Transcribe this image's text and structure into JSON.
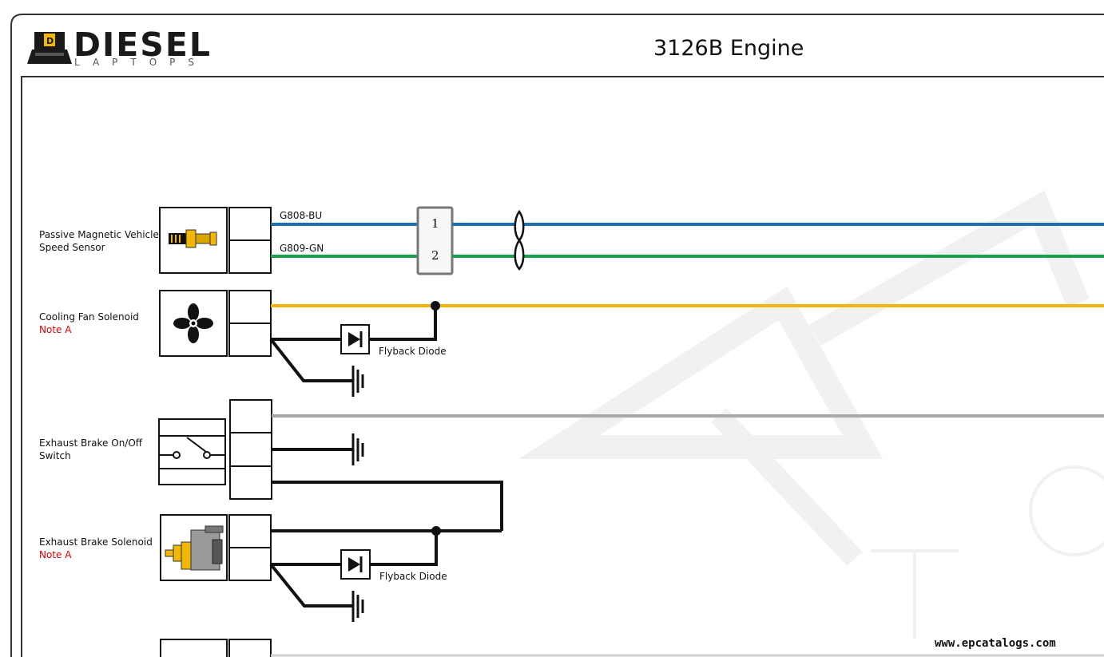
{
  "header": {
    "logo_word": "DIESEL",
    "logo_sub": "LAPTOPS",
    "title": "3126B Engine"
  },
  "components": [
    {
      "line1": "Passive Magnetic Vehicle",
      "line2": "Speed Sensor",
      "note": ""
    },
    {
      "line1": "Cooling Fan Solenoid",
      "line2": "",
      "note": "Note A"
    },
    {
      "line1": "Exhaust Brake On/Off",
      "line2": "Switch",
      "note": ""
    },
    {
      "line1": "Exhaust Brake Solenoid",
      "line2": "",
      "note": "Note A"
    }
  ],
  "wires": {
    "w1": "G808-BU",
    "w2": "G809-GN"
  },
  "connector_pins": [
    "1",
    "2"
  ],
  "diodes": [
    "Flyback Diode",
    "Flyback Diode"
  ],
  "footer": {
    "url": "www.epcatalogs.com"
  },
  "colors": {
    "blue_wire": "#1f6fb5",
    "green_wire": "#1aa04a",
    "yellow_wire": "#f4b400",
    "gray_wire": "#a8a8a8",
    "note": "#e00000",
    "logo_accent": "#f2b705"
  },
  "icons": [
    "speed-sensor-icon",
    "fan-icon",
    "switch-symbol",
    "solenoid-icon",
    "diode-symbol",
    "ground-symbol",
    "twisted-pair-symbol"
  ]
}
